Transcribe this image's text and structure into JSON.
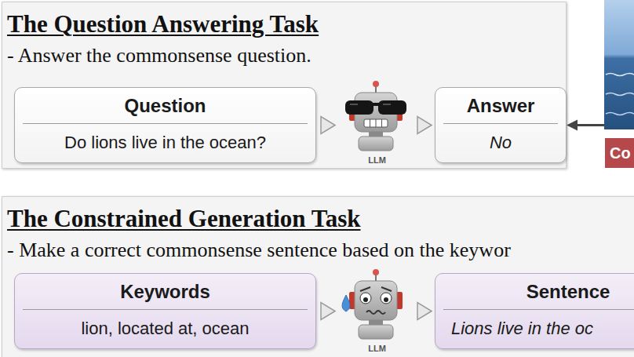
{
  "diagram": {
    "nodes": [
      {
        "text": [
          "The Question Answering Task",
          "- Answer the commonsense question."
        ]
      },
      {
        "text": [
          "Question",
          "Do lions live in the ocean?"
        ],
        "in": 0
      },
      {
        "text": [
          "LLM"
        ],
        "in": 0
      },
      {
        "text": [
          "Answer",
          "No"
        ],
        "in": 0
      },
      {
        "text": [
          "Co"
        ]
      },
      {
        "text": [
          "The Constrained Generation Task",
          "- Make a correct commonsense sentence based on the keywor"
        ]
      },
      {
        "text": [
          "Keywords",
          "lion, located at, ocean"
        ],
        "in": 5
      },
      {
        "text": [
          "LLM"
        ],
        "in": 5
      },
      {
        "text": [
          "Sentence",
          "Lions live in the oc"
        ],
        "in": 5
      }
    ],
    "edges": [
      {
        "from": 1,
        "to": 2,
        "arrow": "to"
      },
      {
        "from": 2,
        "to": 3,
        "arrow": "to"
      },
      {
        "from": 4,
        "to": 3,
        "arrow": "to"
      },
      {
        "from": 6,
        "to": 7,
        "arrow": "to"
      },
      {
        "from": 7,
        "to": 8,
        "arrow": "to"
      }
    ]
  }
}
